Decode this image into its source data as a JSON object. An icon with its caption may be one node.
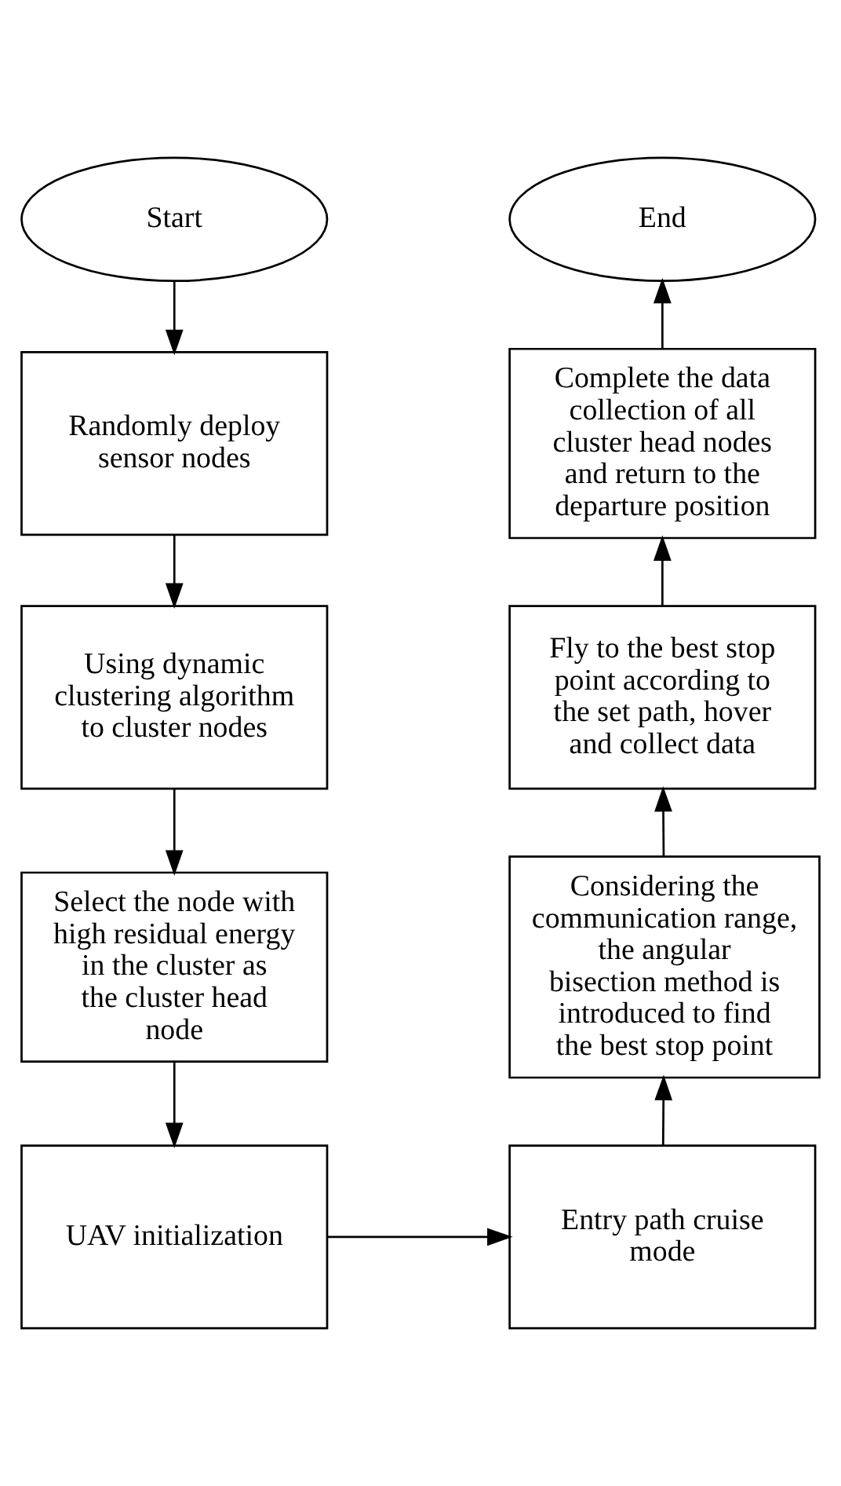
{
  "diagram": {
    "nodes": [
      {
        "text": [
          "Start"
        ]
      },
      {
        "text": [
          "Randomly deploy sensor nodes"
        ]
      },
      {
        "text": [
          "Using dynamic clustering algorithm to cluster nodes"
        ]
      },
      {
        "text": [
          "Select the node with high residual energy in the cluster as the cluster head node"
        ]
      },
      {
        "text": [
          "UAV initialization"
        ]
      },
      {
        "text": [
          "Entry path cruise mode"
        ]
      },
      {
        "text": [
          "Considering the communication range, the angular bisection method is introduced to find the best stop point"
        ]
      },
      {
        "text": [
          "Fly to the best stop point according to the set path, hover and collect data"
        ]
      },
      {
        "text": [
          "Complete the data collection of all cluster head nodes and return to the departure position"
        ]
      },
      {
        "text": [
          "End"
        ]
      }
    ],
    "edges": [
      {
        "from": 0,
        "to": 1,
        "arrow": "to"
      },
      {
        "from": 1,
        "to": 2,
        "arrow": "to"
      },
      {
        "from": 2,
        "to": 3,
        "arrow": "to"
      },
      {
        "from": 3,
        "to": 4,
        "arrow": "to"
      },
      {
        "from": 4,
        "to": 5,
        "arrow": "to"
      },
      {
        "from": 5,
        "to": 6,
        "arrow": "to"
      },
      {
        "from": 6,
        "to": 7,
        "arrow": "to"
      },
      {
        "from": 7,
        "to": 8,
        "arrow": "to"
      },
      {
        "from": 8,
        "to": 9,
        "arrow": "to"
      }
    ]
  }
}
